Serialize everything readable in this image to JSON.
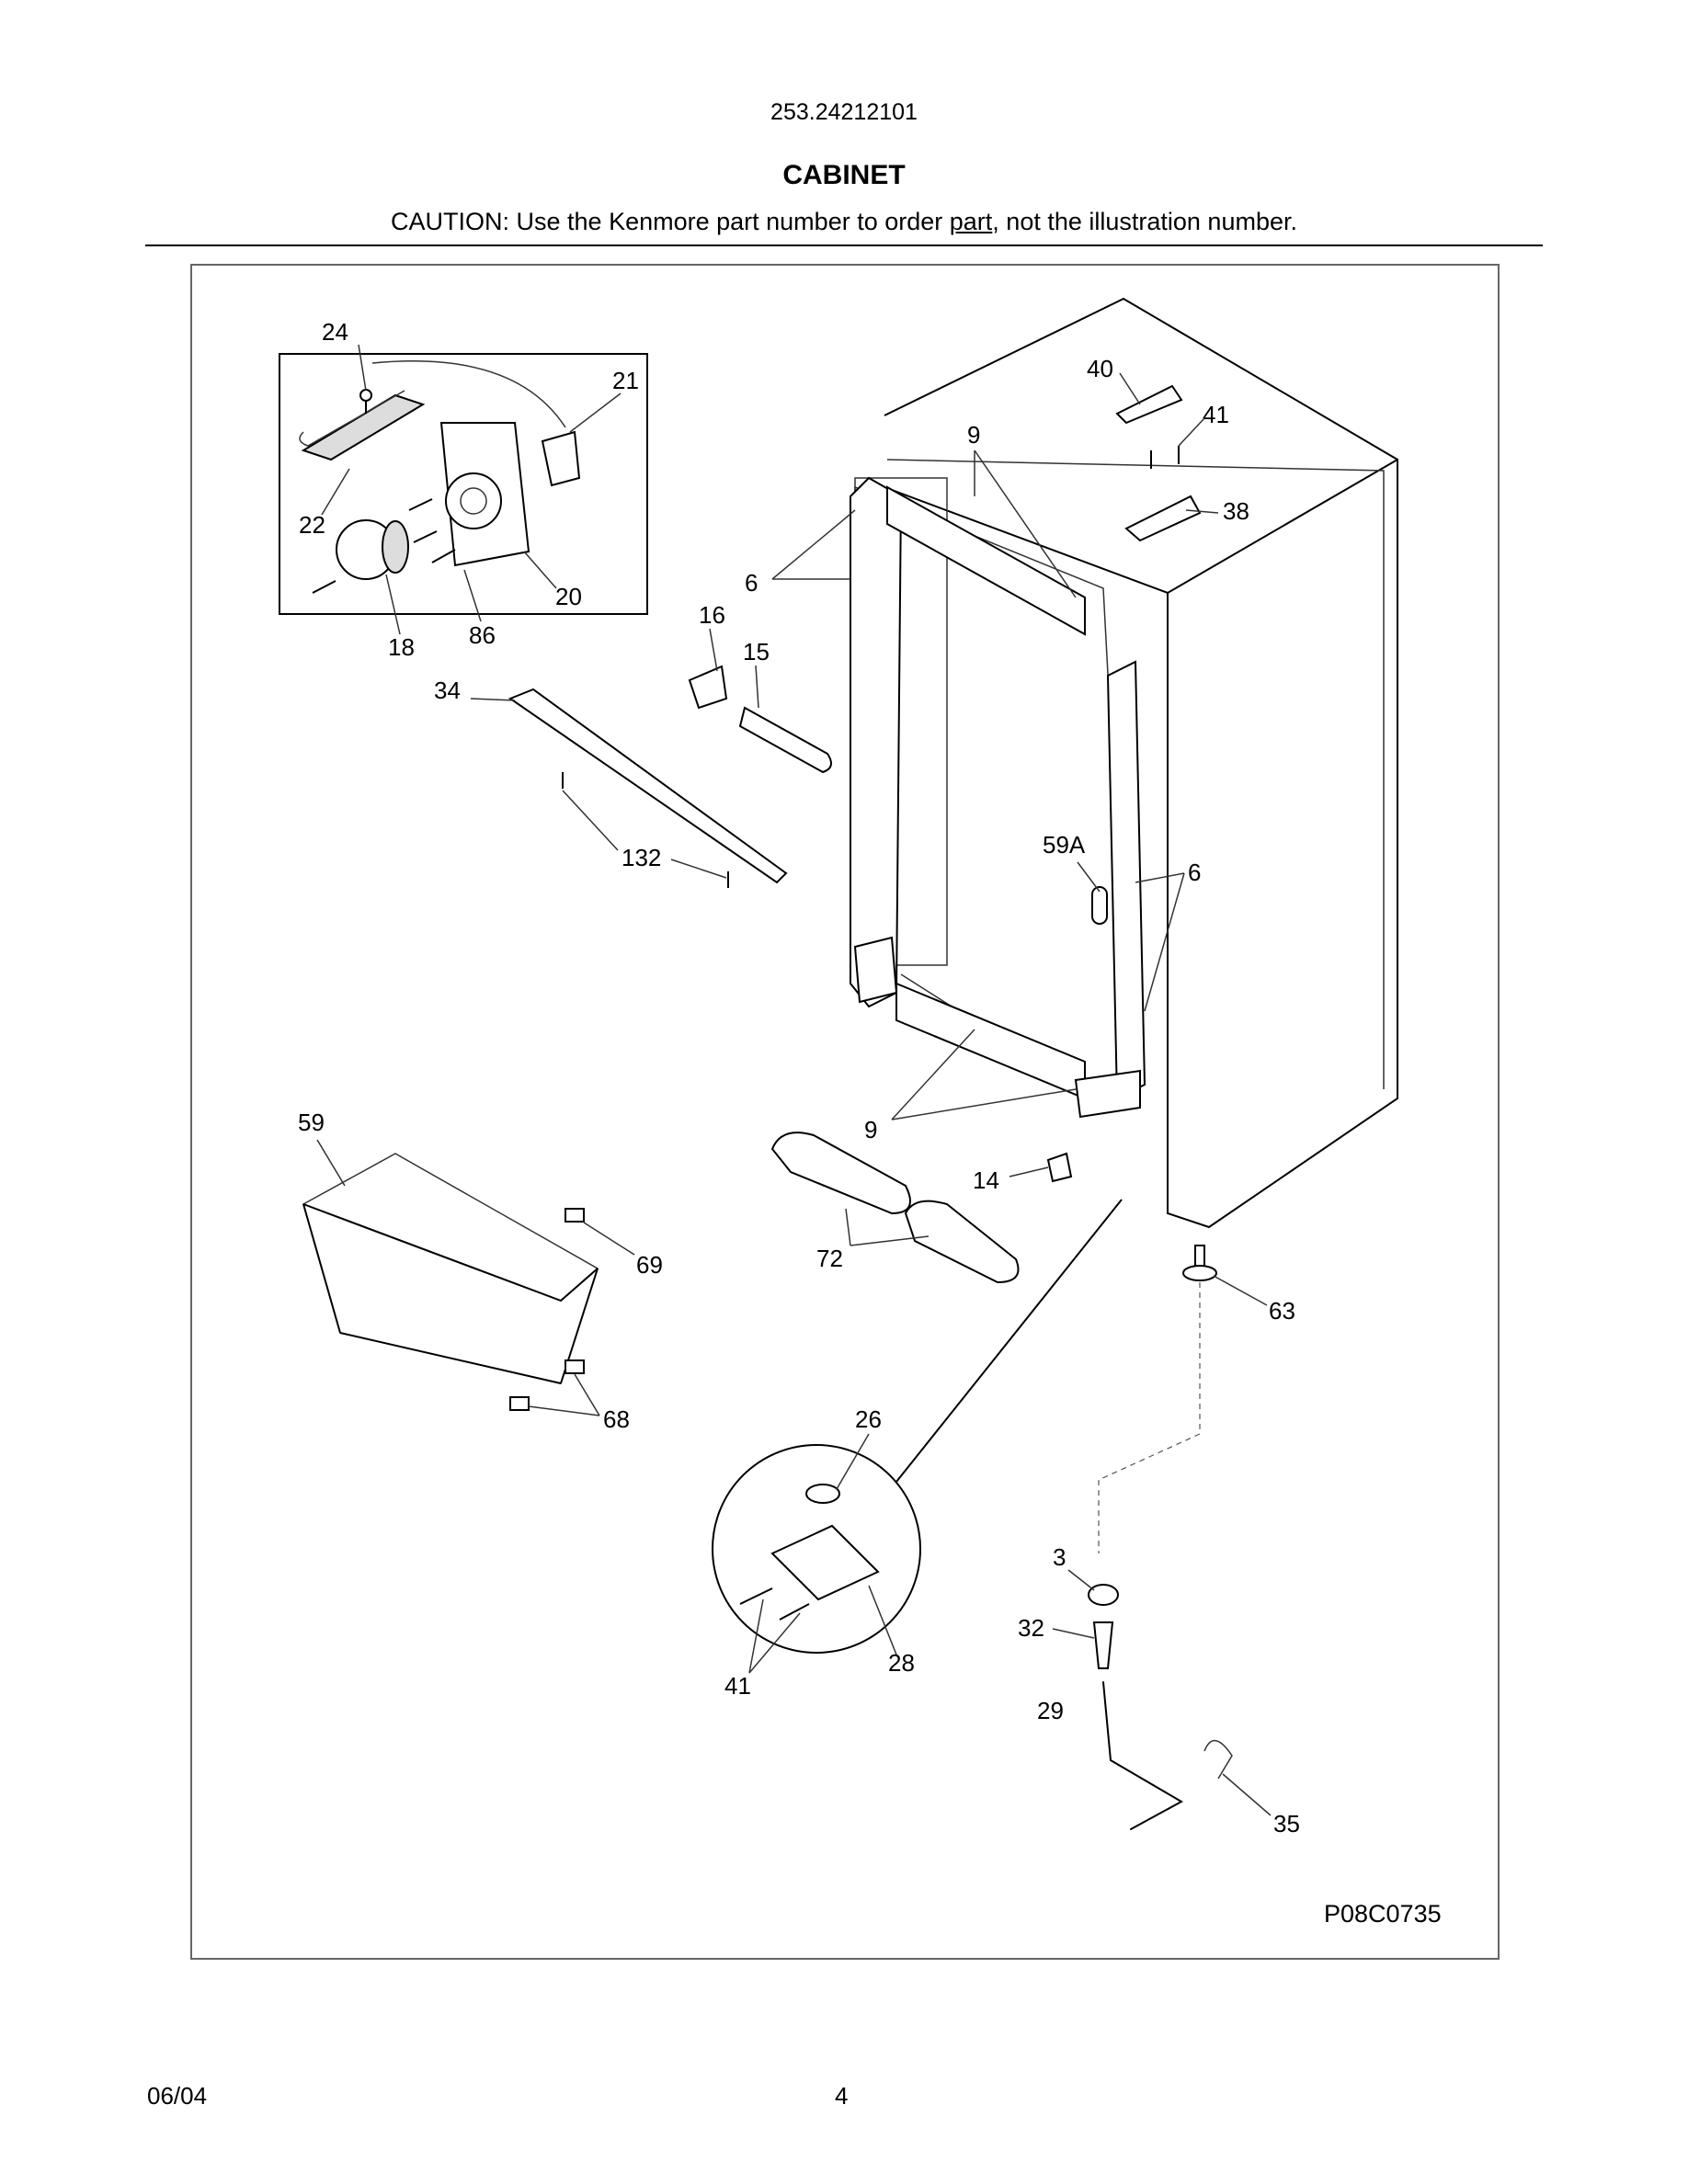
{
  "header": {
    "model_number": "253.24212101",
    "section_title": "CABINET",
    "caution_prefix": "CAUTION: Use the Kenmore part number to order ",
    "caution_underlined": "part",
    "caution_suffix": ", not the illustration number."
  },
  "diagram": {
    "drawing_code": "P08C0735",
    "callouts": [
      "24",
      "21",
      "22",
      "20",
      "18",
      "86",
      "16",
      "15",
      "6",
      "9",
      "40",
      "41",
      "38",
      "34",
      "132",
      "59A",
      "6",
      "59",
      "69",
      "68",
      "9",
      "14",
      "72",
      "63",
      "26",
      "41",
      "28",
      "3",
      "32",
      "29",
      "35"
    ]
  },
  "footer": {
    "date": "06/04",
    "page_number": "4"
  }
}
